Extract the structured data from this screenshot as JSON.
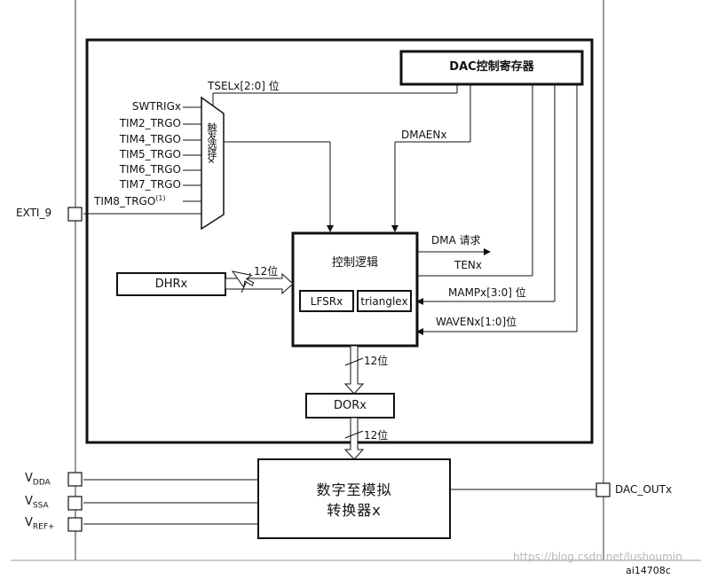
{
  "blocks": {
    "dac_control_register": "DAC控制寄存器",
    "control_logic": "控制逻辑",
    "lfsr": "LFSRx",
    "triangle": "trianglex",
    "dhr": "DHRx",
    "dor": "DORx",
    "converter_line1": "数字至模拟",
    "converter_line2": "转换器x"
  },
  "mux": {
    "label": "触发选择x",
    "select_signal": "TSELx[2:0] 位",
    "inputs": [
      "SWTRIGx",
      "TIM2_TRGO",
      "TIM4_TRGO",
      "TIM5_TRGO",
      "TIM6_TRGO",
      "TIM7_TRGO",
      "TIM8_TRGO"
    ],
    "footnote_mark": "(1)"
  },
  "signals": {
    "dmaen": "DMAENx",
    "dma_request": "DMA 请求",
    "ten": "TENx",
    "mamp": "MAMPx[3:0] 位",
    "wave": "WAVENx[1:0]位",
    "bus_dhr": "12位",
    "bus_dor_in": "12位",
    "bus_dor_out": "12位"
  },
  "pins": {
    "exti": "EXTI_9",
    "vdda": {
      "main": "V",
      "sub": "DDA"
    },
    "vssa": {
      "main": "V",
      "sub": "SSA"
    },
    "vref": {
      "main": "V",
      "sub": "REF+"
    },
    "dac_out": "DAC_OUTx"
  },
  "figure_id": "ai14708c",
  "watermark": "https://blog.csdn.net/lushoumin"
}
